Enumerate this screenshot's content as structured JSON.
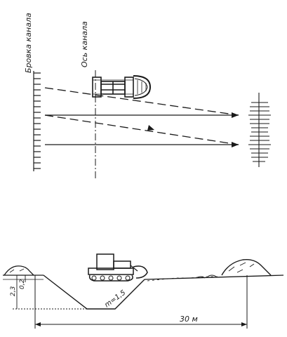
{
  "plan_view": {
    "label_canal_edge": "Бровка канала",
    "label_canal_axis": "Ось канала"
  },
  "section_view": {
    "dim_depth_total": "2,3",
    "dim_depth_small": "0,2",
    "dim_slope": "m=1,5",
    "dim_width": "30 м"
  },
  "colors": {
    "ink": "#1a1a1a",
    "paper": "#ffffff"
  }
}
